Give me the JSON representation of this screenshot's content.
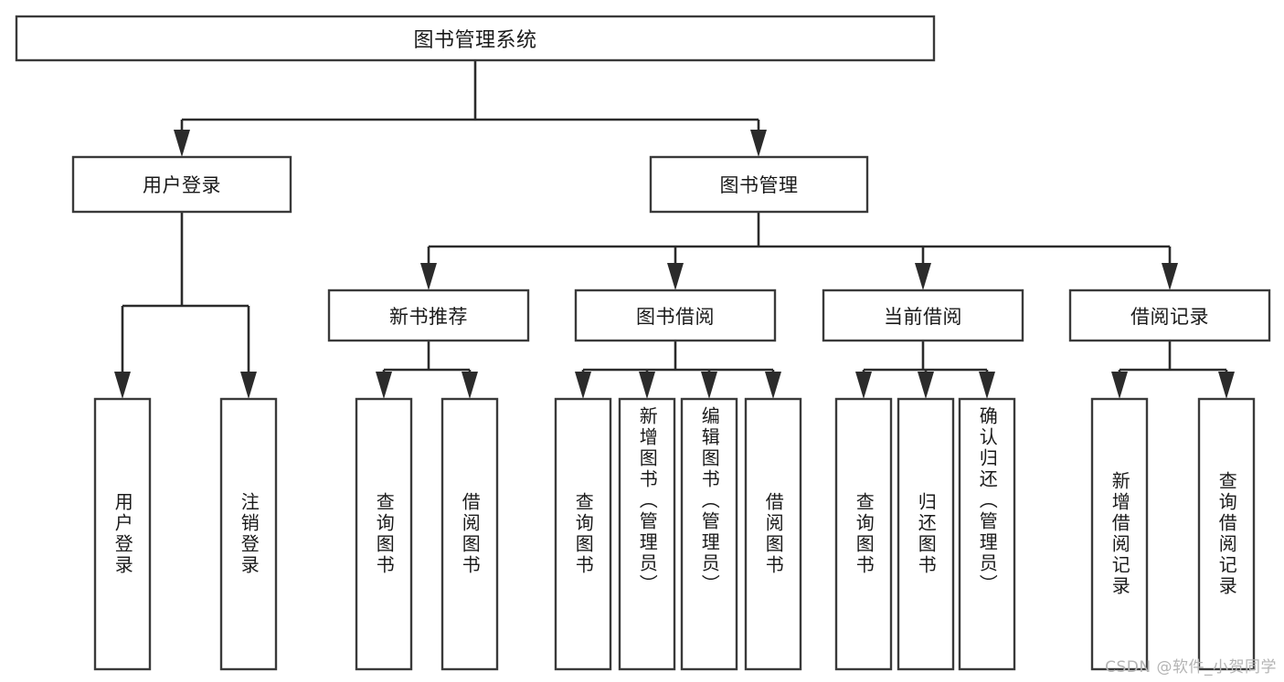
{
  "diagram": {
    "type": "tree",
    "title": "图书管理系统",
    "orientation": "top-down",
    "colors": {
      "background": "#ffffff",
      "box_stroke": "#3a3a3a",
      "connector": "#2b2b2b",
      "text": "#1a1a1a",
      "watermark": "#b4b4b4"
    },
    "root": {
      "label": "图书管理系统"
    },
    "level2": [
      {
        "label": "用户登录"
      },
      {
        "label": "图书管理"
      }
    ],
    "level3": [
      {
        "label": "新书推荐"
      },
      {
        "label": "图书借阅"
      },
      {
        "label": "当前借阅"
      },
      {
        "label": "借阅记录"
      }
    ],
    "leaves": [
      {
        "label": "用户登录",
        "parent": "用户登录"
      },
      {
        "label": "注销登录",
        "parent": "用户登录"
      },
      {
        "label": "查询图书",
        "parent": "新书推荐"
      },
      {
        "label": "借阅图书",
        "parent": "新书推荐"
      },
      {
        "label": "查询图书",
        "parent": "图书借阅"
      },
      {
        "label": "新增图书（管理员）",
        "parent": "图书借阅"
      },
      {
        "label": "编辑图书（管理员）",
        "parent": "图书借阅"
      },
      {
        "label": "借阅图书",
        "parent": "图书借阅"
      },
      {
        "label": "查询图书",
        "parent": "当前借阅"
      },
      {
        "label": "归还图书",
        "parent": "当前借阅"
      },
      {
        "label": "确认归还（管理员）",
        "parent": "当前借阅"
      },
      {
        "label": "新增借阅记录",
        "parent": "借阅记录"
      },
      {
        "label": "查询借阅记录",
        "parent": "借阅记录"
      }
    ],
    "watermark": "CSDN @软件_小贺同学"
  }
}
